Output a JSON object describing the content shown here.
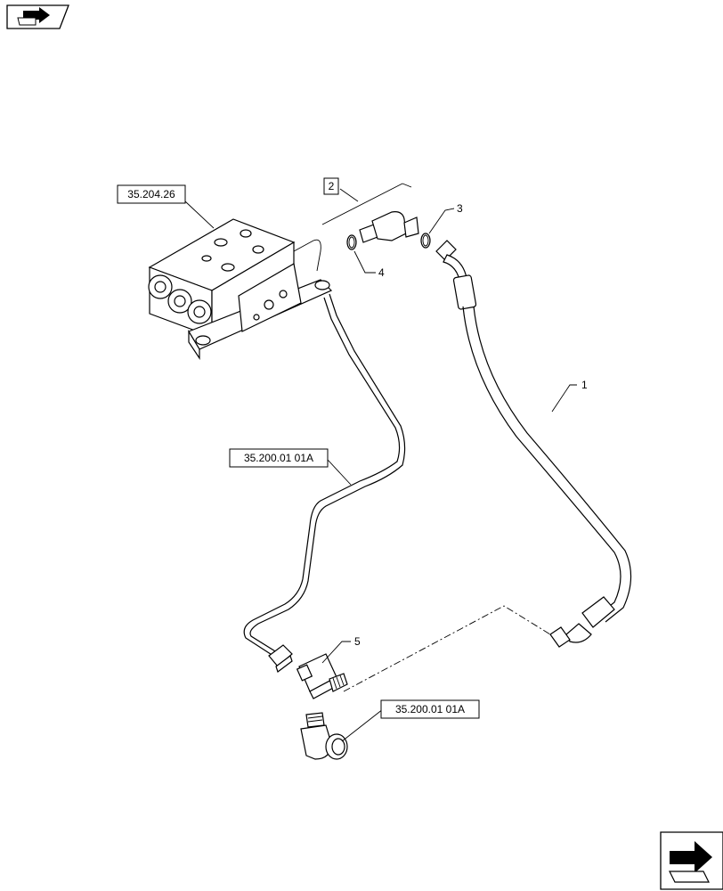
{
  "references": {
    "valve_ref": "35.204.26",
    "pipe_ref": "35.200.01 01A",
    "elbow_ref": "35.200.01 01A"
  },
  "callouts": {
    "item_1": "1",
    "item_2": "2",
    "item_3": "3",
    "item_4": "4",
    "item_5": "5"
  },
  "icons": {
    "top_left": "previous-page-arrow-icon",
    "bottom_right": "next-page-arrow-icon"
  },
  "colors": {
    "ink": "#000000",
    "background": "#ffffff"
  }
}
